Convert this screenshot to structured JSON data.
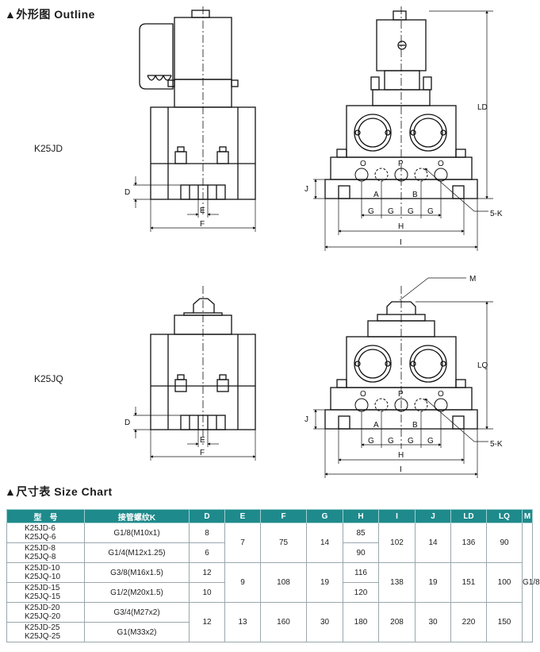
{
  "outline_title": "▲外形图 Outline",
  "size_chart_title": "▲尺寸表 Size Chart",
  "models": {
    "jd": "K25JD",
    "jq": "K25JQ"
  },
  "dim_labels": {
    "D": "D",
    "E": "E",
    "F": "F",
    "G": "G",
    "H": "H",
    "I": "I",
    "J": "J",
    "LD": "LD",
    "LQ": "LQ",
    "K": "5-K",
    "M": "M",
    "port_O": "O",
    "port_P": "P",
    "port_A": "A",
    "port_B": "B"
  },
  "table": {
    "headers": [
      "型　号",
      "接管螺纹K",
      "D",
      "E",
      "F",
      "G",
      "H",
      "I",
      "J",
      "LD",
      "LQ",
      "M"
    ],
    "rows": [
      {
        "model": [
          "K25JD-6",
          "K25JQ-6"
        ],
        "k": "G1/8(M10x1)",
        "d": "8",
        "h": "85"
      },
      {
        "model": [
          "K25JD-8",
          "K25JQ-8"
        ],
        "k": "G1/4(M12x1.25)",
        "d": "6",
        "h": "90"
      },
      {
        "model": [
          "K25JD-10",
          "K25JQ-10"
        ],
        "k": "G3/8(M16x1.5)",
        "d": "12",
        "h": "116"
      },
      {
        "model": [
          "K25JD-15",
          "K25JQ-15"
        ],
        "k": "G1/2(M20x1.5)",
        "d": "10",
        "h": "120"
      },
      {
        "model": [
          "K25JD-20",
          "K25JQ-20"
        ],
        "k": "G3/4(M27x2)",
        "d": "12",
        "h": "180"
      },
      {
        "model": [
          "K25JD-25",
          "K25JQ-25"
        ],
        "k": "G1(M33x2)",
        "d": "",
        "h": ""
      }
    ],
    "groups": [
      {
        "e": "7",
        "f": "75",
        "g": "14",
        "i": "102",
        "j": "14",
        "ld": "136",
        "lq": "90"
      },
      {
        "e": "9",
        "f": "108",
        "g": "19",
        "i": "138",
        "j": "19",
        "ld": "151",
        "lq": "100"
      },
      {
        "e": "13",
        "f": "160",
        "g": "30",
        "i": "208",
        "j": "30",
        "ld": "220",
        "lq": "150"
      }
    ],
    "m": "G1/8"
  }
}
